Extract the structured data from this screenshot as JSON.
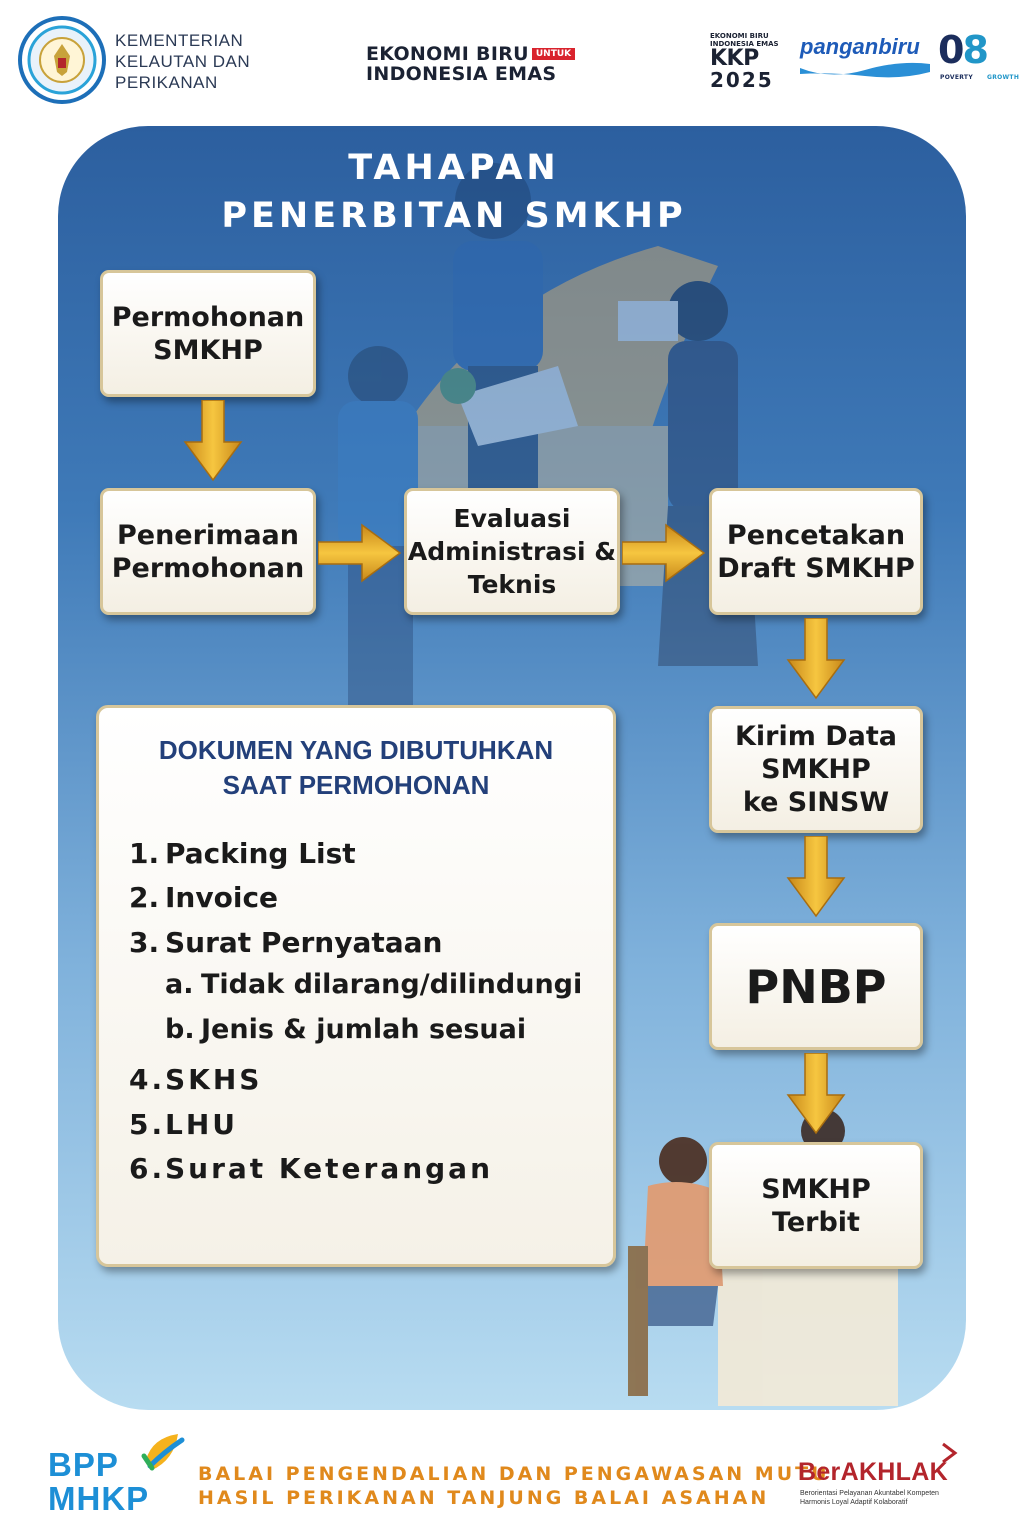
{
  "header": {
    "ministry_lines": [
      "KEMENTERIAN",
      "KELAUTAN DAN",
      "PERIKANAN"
    ],
    "ekonomi_biru": {
      "line1": "EKONOMI BIRU",
      "untuk": "UNTUK",
      "line2": "INDONESIA EMAS"
    },
    "kkp2025": {
      "small1": "EKONOMI BIRU",
      "small2": "INDONESIA EMAS",
      "big": "KKP",
      "year": "2025"
    },
    "panganbiru": "panganbiru",
    "zero8": {
      "zero": "0",
      "eight": "8",
      "left_label": "POVERTY",
      "right_label": "GROWTH"
    }
  },
  "title": {
    "line1": "TAHAPAN",
    "line2": "PENERBITAN SMKHP"
  },
  "steps": {
    "permohonan": [
      "Permohonan",
      "SMKHP"
    ],
    "penerimaan": [
      "Penerimaan",
      "Permohonan"
    ],
    "evaluasi": [
      "Evaluasi",
      "Administrasi &",
      "Teknis"
    ],
    "pencetakan": [
      "Pencetakan",
      "Draft SMKHP"
    ],
    "kirim": [
      "Kirim Data",
      "SMKHP",
      "ke SINSW"
    ],
    "pnbp": [
      "PNBP"
    ],
    "terbit": [
      "SMKHP",
      "Terbit"
    ]
  },
  "documents": {
    "heading1": "DOKUMEN YANG DIBUTUHKAN",
    "heading2": "SAAT PERMOHONAN",
    "items": [
      {
        "num": "1.",
        "text": "Packing List"
      },
      {
        "num": "2.",
        "text": "Invoice"
      },
      {
        "num": "3.",
        "text": "Surat Pernyataan"
      },
      {
        "num": "a.",
        "text": "Tidak dilarang/dilindungi"
      },
      {
        "num": "b.",
        "text": "Jenis & jumlah sesuai"
      },
      {
        "num": "4.",
        "text": "SKHS"
      },
      {
        "num": "5.",
        "text": "LHU"
      },
      {
        "num": "6.",
        "text": "Surat Keterangan"
      }
    ]
  },
  "footer": {
    "bpp_line1": "BPP",
    "bpp_line2": "MHKP",
    "office_line1": "BALAI PENGENDALIAN DAN PENGAWASAN MUTU",
    "office_line2": "HASIL PERIKANAN TANJUNG BALAI ASAHAN",
    "berakhlak": "BerAKHLAK",
    "berakhlak_tag1": "Berorientasi Pelayanan Akuntabel Kompeten",
    "berakhlak_tag2": "Harmonis Loyal Adaptif Kolaboratif"
  },
  "colors": {
    "panel_top": "#2c5f9f",
    "panel_bottom": "#b8dcf1",
    "arrow_gold": "#e3a71c",
    "doc_heading": "#23407a",
    "footer_orange": "#e0891c",
    "berakhlak_red": "#b3252c"
  }
}
